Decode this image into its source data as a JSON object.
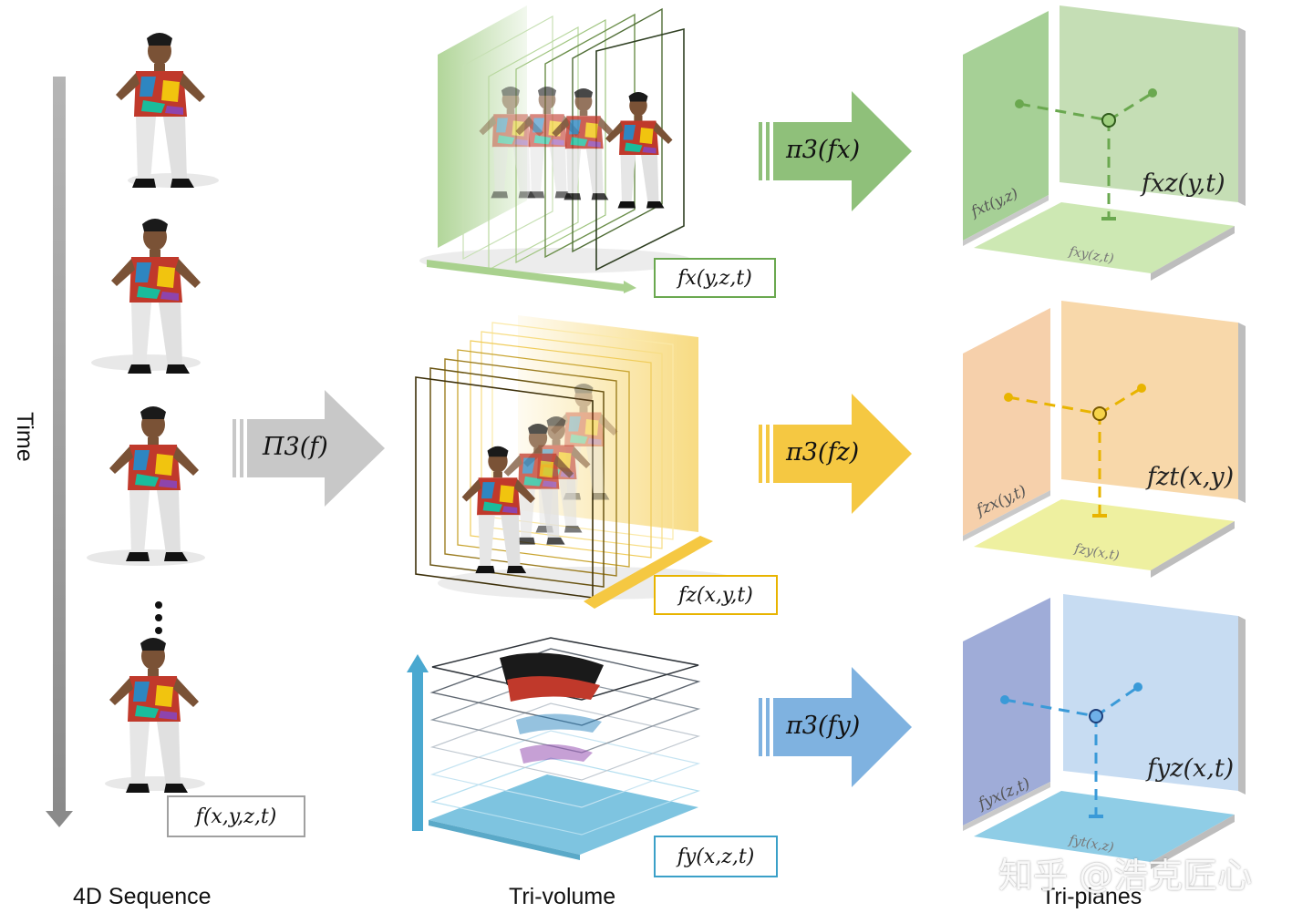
{
  "captions": {
    "sequence": "4D Sequence",
    "trivolume": "Tri-volume",
    "triplanes": "Tri-planes",
    "time": "Time"
  },
  "functions": {
    "f4d": "f(x,y,z,t)",
    "fx": "fx(y,z,t)",
    "fz": "fz(x,y,t)",
    "fy": "fy(x,z,t)"
  },
  "operators": {
    "big": "Π3(f)",
    "px": "π3(fx)",
    "pz": "π3(fz)",
    "py": "π3(fy)"
  },
  "plane_labels": {
    "x": {
      "left": "fxt(y,z)",
      "right": "fxz(y,t)",
      "floor": "fxy(z,t)"
    },
    "z": {
      "left": "fzx(y,t)",
      "right": "fzt(x,y)",
      "floor": "fzy(x,t)"
    },
    "y": {
      "left": "fyx(z,t)",
      "right": "fyz(x,t)",
      "floor": "fyt(x,z)"
    }
  },
  "colors": {
    "green": "#8fc07a",
    "green_dark": "#6aa84f",
    "yellow": "#f5c842",
    "yellow_dark": "#e8b400",
    "blue": "#7fb2e0",
    "blue_dark": "#3a8ed8",
    "gray_arrow": "#c8c8c8"
  },
  "watermark": "知乎 @浩克匠心"
}
